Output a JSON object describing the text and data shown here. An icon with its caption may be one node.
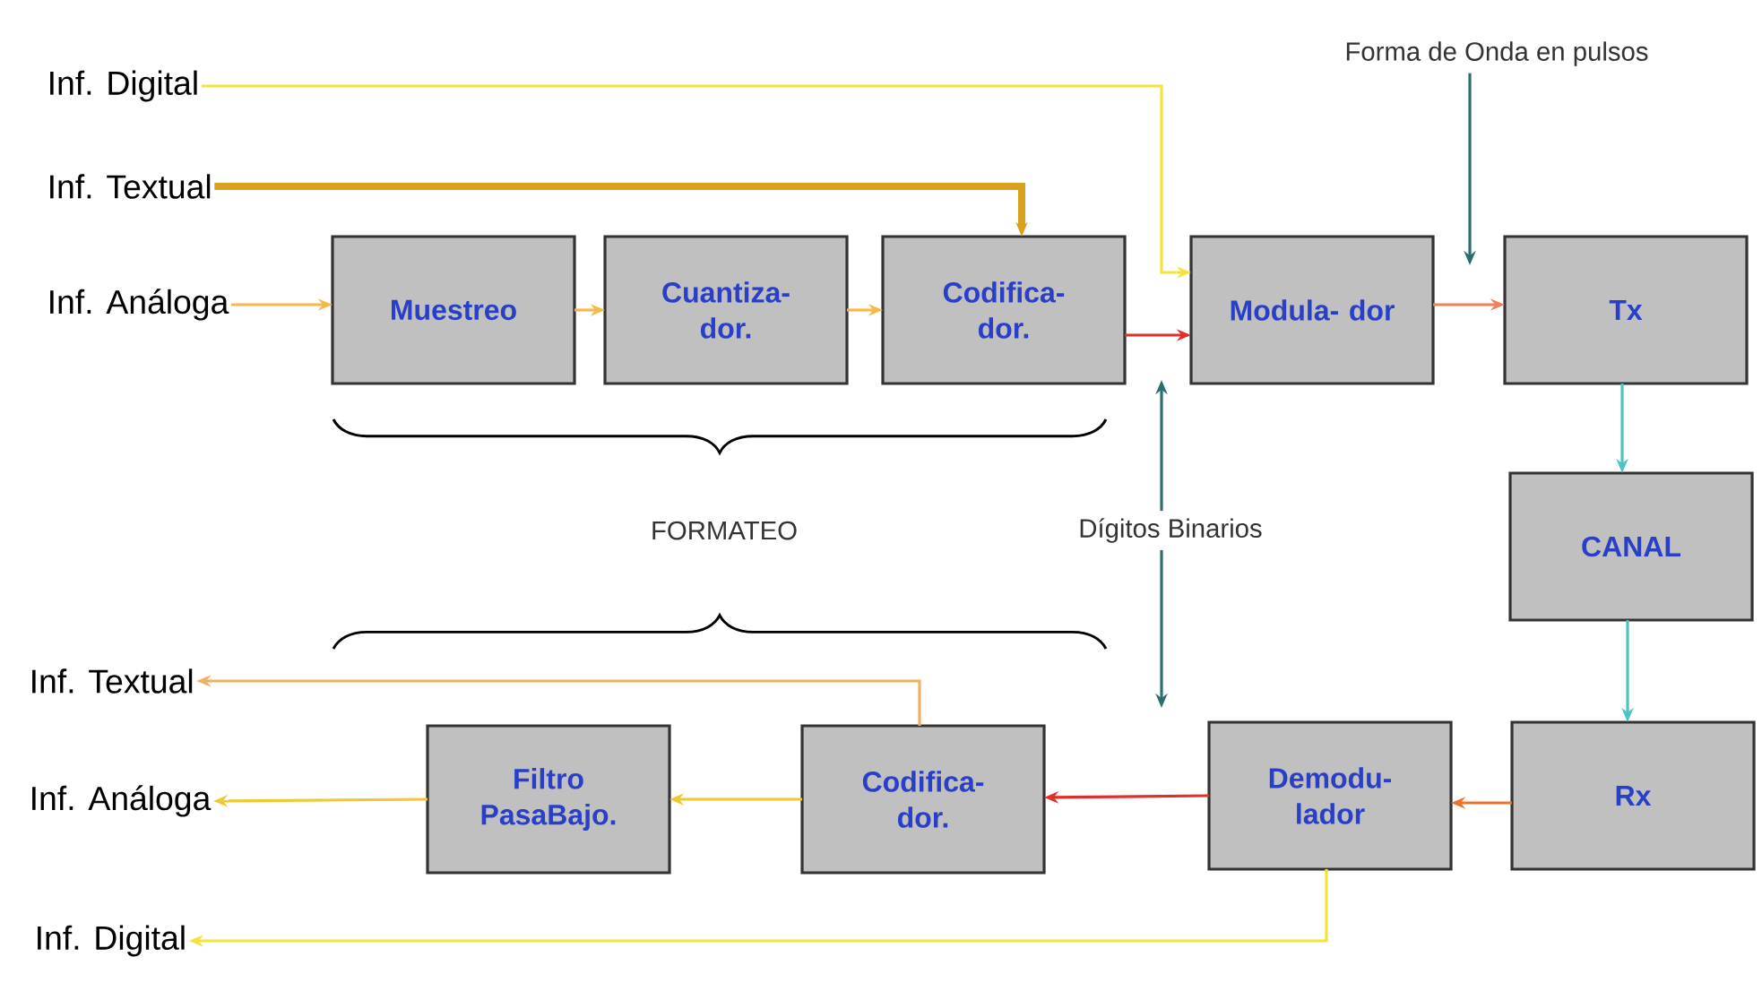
{
  "diagram": {
    "nodes": [
      {
        "text": [
          "Inf. Digital"
        ]
      },
      {
        "text": [
          "Inf. Textual"
        ]
      },
      {
        "text": [
          "Inf. Análoga"
        ]
      },
      {
        "text": [
          "Muestreo"
        ]
      },
      {
        "text": [
          "Cuantiza- dor."
        ]
      },
      {
        "text": [
          "Codifica- dor."
        ]
      },
      {
        "text": [
          "Modula- dor"
        ]
      },
      {
        "text": [
          "Tx"
        ]
      },
      {
        "text": [
          "CANAL"
        ]
      },
      {
        "text": [
          "Inf. Textual"
        ]
      },
      {
        "text": [
          "Inf. Análoga"
        ]
      },
      {
        "text": [
          "Filtro PasaBajo."
        ]
      },
      {
        "text": [
          "Codifica- dor."
        ]
      },
      {
        "text": [
          "Demodu- lador"
        ]
      },
      {
        "text": [
          "Rx"
        ]
      },
      {
        "text": [
          "Inf. Digital"
        ]
      },
      {
        "text": [
          "Forma de Onda en pulsos"
        ]
      },
      {
        "text": [
          "Dígitos Binarios"
        ]
      }
    ],
    "edges": [
      {
        "from": 0,
        "to": 6,
        "arrow": "to",
        "color": "#f5e23a"
      },
      {
        "from": 1,
        "to": 5,
        "arrow": "to",
        "style": "thick",
        "color": "#d9a21e"
      },
      {
        "from": 2,
        "to": 3,
        "arrow": "to",
        "color": "#f5b84a"
      },
      {
        "from": 3,
        "to": 4,
        "arrow": "to",
        "color": "#f5b84a"
      },
      {
        "from": 4,
        "to": 5,
        "arrow": "to",
        "color": "#f5b84a"
      },
      {
        "from": 5,
        "to": 6,
        "arrow": "to",
        "color": "#e0302a"
      },
      {
        "from": 6,
        "to": 7,
        "arrow": "to",
        "color": "#f08060"
      },
      {
        "from": 16,
        "to": null,
        "arrow": "to",
        "color": "#2e6e6e"
      },
      {
        "from": 17,
        "to": null,
        "arrow": "to",
        "color": "#2e6e6e"
      },
      {
        "from": 17,
        "to": null,
        "arrow": "to",
        "color": "#2e6e6e"
      },
      {
        "from": 7,
        "to": 8,
        "arrow": "to",
        "color": "#4cc4c0"
      },
      {
        "from": 8,
        "to": 14,
        "arrow": "to",
        "color": "#4cc4c0"
      },
      {
        "from": 14,
        "to": 13,
        "arrow": "to",
        "color": "#e8742a"
      },
      {
        "from": 13,
        "to": 12,
        "arrow": "to",
        "color": "#e0302a"
      },
      {
        "from": 12,
        "to": 11,
        "arrow": "to",
        "color": "#f0c830"
      },
      {
        "from": 11,
        "to": 10,
        "arrow": "to",
        "color": "#f0c830"
      },
      {
        "from": 12,
        "to": 9,
        "arrow": "to",
        "color": "#f0b060"
      },
      {
        "from": 13,
        "to": 15,
        "arrow": "to",
        "color": "#f5e23a"
      }
    ],
    "labels": [
      "FORMATEO"
    ]
  }
}
